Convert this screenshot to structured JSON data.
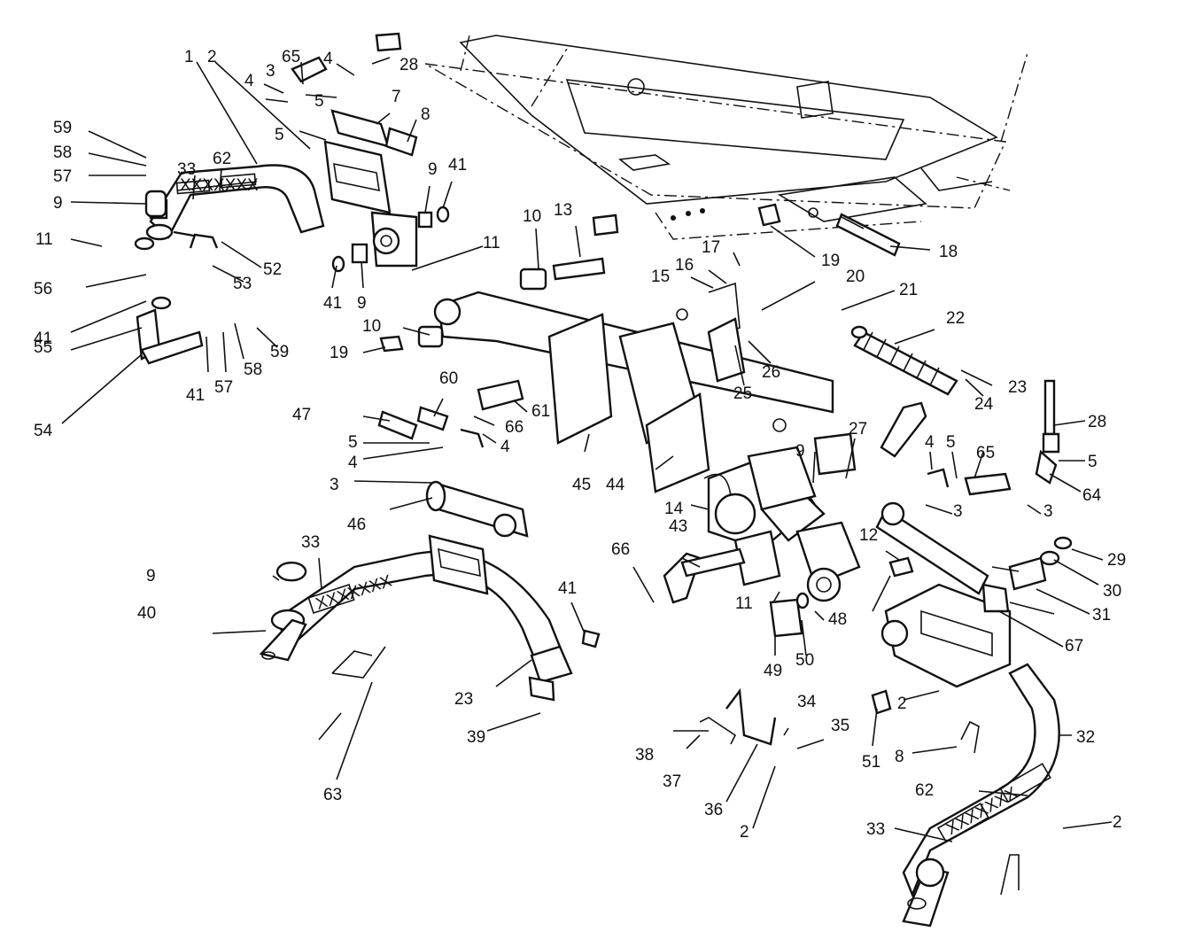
{
  "labels": [
    {
      "n": "1"
    },
    {
      "n": "2"
    },
    {
      "n": "65"
    },
    {
      "n": "4"
    },
    {
      "n": "28"
    },
    {
      "n": "3"
    },
    {
      "n": "4"
    },
    {
      "n": "5"
    },
    {
      "n": "7"
    },
    {
      "n": "5"
    },
    {
      "n": "8"
    },
    {
      "n": "59"
    },
    {
      "n": "58"
    },
    {
      "n": "57"
    },
    {
      "n": "33"
    },
    {
      "n": "62"
    },
    {
      "n": "9"
    },
    {
      "n": "9"
    },
    {
      "n": "41"
    },
    {
      "n": "11"
    },
    {
      "n": "52"
    },
    {
      "n": "53"
    },
    {
      "n": "56"
    },
    {
      "n": "41"
    },
    {
      "n": "9"
    },
    {
      "n": "11"
    },
    {
      "n": "10"
    },
    {
      "n": "13"
    },
    {
      "n": "17"
    },
    {
      "n": "16"
    },
    {
      "n": "15"
    },
    {
      "n": "19"
    },
    {
      "n": "18"
    },
    {
      "n": "20"
    },
    {
      "n": "21"
    },
    {
      "n": "22"
    },
    {
      "n": "41"
    },
    {
      "n": "55"
    },
    {
      "n": "54"
    },
    {
      "n": "41"
    },
    {
      "n": "57"
    },
    {
      "n": "58"
    },
    {
      "n": "59"
    },
    {
      "n": "10"
    },
    {
      "n": "19"
    },
    {
      "n": "26"
    },
    {
      "n": "25"
    },
    {
      "n": "23"
    },
    {
      "n": "24"
    },
    {
      "n": "28"
    },
    {
      "n": "60"
    },
    {
      "n": "47"
    },
    {
      "n": "66"
    },
    {
      "n": "61"
    },
    {
      "n": "4"
    },
    {
      "n": "5"
    },
    {
      "n": "4"
    },
    {
      "n": "3"
    },
    {
      "n": "45"
    },
    {
      "n": "44"
    },
    {
      "n": "27"
    },
    {
      "n": "9"
    },
    {
      "n": "4"
    },
    {
      "n": "5"
    },
    {
      "n": "65"
    },
    {
      "n": "5"
    },
    {
      "n": "64"
    },
    {
      "n": "46"
    },
    {
      "n": "14"
    },
    {
      "n": "3"
    },
    {
      "n": "3"
    },
    {
      "n": "33"
    },
    {
      "n": "9"
    },
    {
      "n": "43"
    },
    {
      "n": "66"
    },
    {
      "n": "41"
    },
    {
      "n": "12"
    },
    {
      "n": "29"
    },
    {
      "n": "30"
    },
    {
      "n": "40"
    },
    {
      "n": "11"
    },
    {
      "n": "48"
    },
    {
      "n": "31"
    },
    {
      "n": "49"
    },
    {
      "n": "50"
    },
    {
      "n": "67"
    },
    {
      "n": "23"
    },
    {
      "n": "2"
    },
    {
      "n": "39"
    },
    {
      "n": "34"
    },
    {
      "n": "35"
    },
    {
      "n": "38"
    },
    {
      "n": "37"
    },
    {
      "n": "51"
    },
    {
      "n": "8"
    },
    {
      "n": "32"
    },
    {
      "n": "63"
    },
    {
      "n": "36"
    },
    {
      "n": "2"
    },
    {
      "n": "62"
    },
    {
      "n": "33"
    },
    {
      "n": "2"
    }
  ],
  "decals": {
    "left_upper": "XXXXXXX",
    "left_lower": "XXXXXXX",
    "right_lower": "XXXXXXX"
  }
}
